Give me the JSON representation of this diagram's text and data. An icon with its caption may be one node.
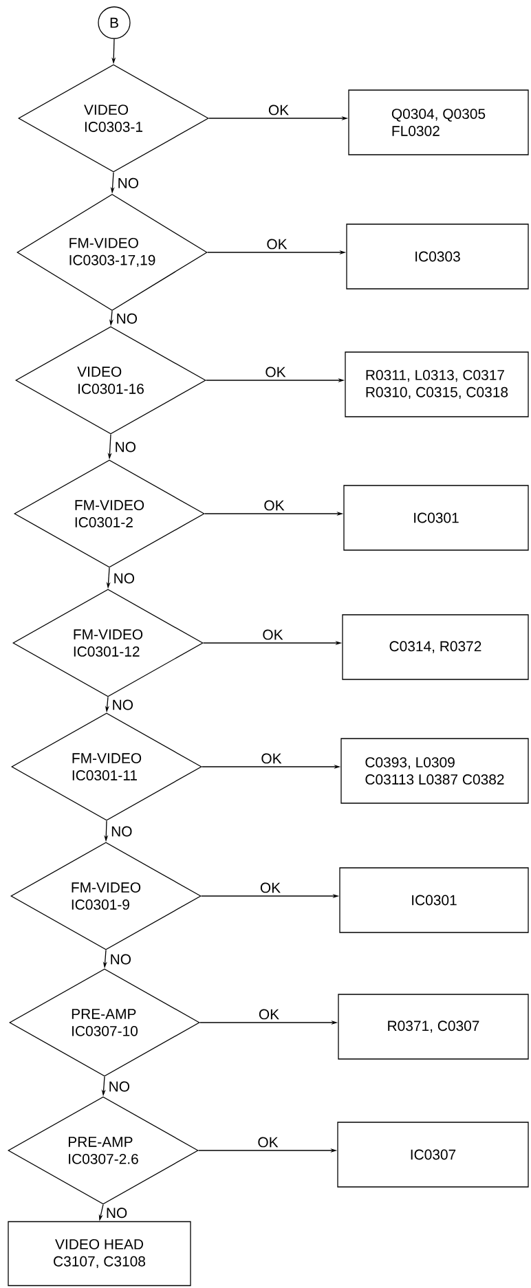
{
  "diagram": {
    "nodes": [
      {
        "text": [
          "B"
        ]
      },
      {
        "text": [
          "VIDEO",
          "IC0303-1"
        ]
      },
      {
        "text": [
          "Q0304, Q0305",
          "FL0302"
        ]
      },
      {
        "text": [
          "FM-VIDEO",
          "IC0303-17,19"
        ]
      },
      {
        "text": [
          "IC0303"
        ]
      },
      {
        "text": [
          "VIDEO",
          "IC0301-16"
        ]
      },
      {
        "text": [
          "R0311, L0313, C0317",
          "R0310, C0315, C0318"
        ]
      },
      {
        "text": [
          "FM-VIDEO",
          "IC0301-2"
        ]
      },
      {
        "text": [
          "IC0301"
        ]
      },
      {
        "text": [
          "FM-VIDEO",
          "IC0301-12"
        ]
      },
      {
        "text": [
          "C0314, R0372"
        ]
      },
      {
        "text": [
          "FM-VIDEO",
          "IC0301-11"
        ]
      },
      {
        "text": [
          "C0393, L0309",
          "C03113 L0387 C0382"
        ]
      },
      {
        "text": [
          "FM-VIDEO",
          "IC0301-9"
        ]
      },
      {
        "text": [
          "IC0301"
        ]
      },
      {
        "text": [
          "PRE-AMP",
          "IC0307-10"
        ]
      },
      {
        "text": [
          "R0371, C0307"
        ]
      },
      {
        "text": [
          "PRE-AMP",
          "IC0307-2.6"
        ]
      },
      {
        "text": [
          "IC0307"
        ]
      },
      {
        "text": [
          "VIDEO HEAD",
          "C3107, C3108"
        ]
      }
    ],
    "edges": [
      {
        "from": 0,
        "to": 1,
        "arrow": "to"
      },
      {
        "from": 1,
        "to": 2,
        "arrow": "to",
        "label": "OK"
      },
      {
        "from": 1,
        "to": 3,
        "arrow": "to",
        "label": "NO"
      },
      {
        "from": 3,
        "to": 4,
        "arrow": "to",
        "label": "OK"
      },
      {
        "from": 3,
        "to": 5,
        "arrow": "to",
        "label": "NO"
      },
      {
        "from": 5,
        "to": 6,
        "arrow": "to",
        "label": "OK"
      },
      {
        "from": 5,
        "to": 7,
        "arrow": "to",
        "label": "NO"
      },
      {
        "from": 7,
        "to": 8,
        "arrow": "to",
        "label": "OK"
      },
      {
        "from": 7,
        "to": 9,
        "arrow": "to",
        "label": "NO"
      },
      {
        "from": 9,
        "to": 10,
        "arrow": "to",
        "label": "OK"
      },
      {
        "from": 9,
        "to": 11,
        "arrow": "to",
        "label": "NO"
      },
      {
        "from": 11,
        "to": 12,
        "arrow": "to",
        "label": "OK"
      },
      {
        "from": 11,
        "to": 13,
        "arrow": "to",
        "label": "NO"
      },
      {
        "from": 13,
        "to": 14,
        "arrow": "to",
        "label": "OK"
      },
      {
        "from": 13,
        "to": 15,
        "arrow": "to",
        "label": "NO"
      },
      {
        "from": 15,
        "to": 16,
        "arrow": "to",
        "label": "OK"
      },
      {
        "from": 15,
        "to": 17,
        "arrow": "to",
        "label": "NO"
      },
      {
        "from": 17,
        "to": 18,
        "arrow": "to",
        "label": "OK"
      },
      {
        "from": 17,
        "to": 19,
        "arrow": "to",
        "label": "NO"
      }
    ]
  }
}
